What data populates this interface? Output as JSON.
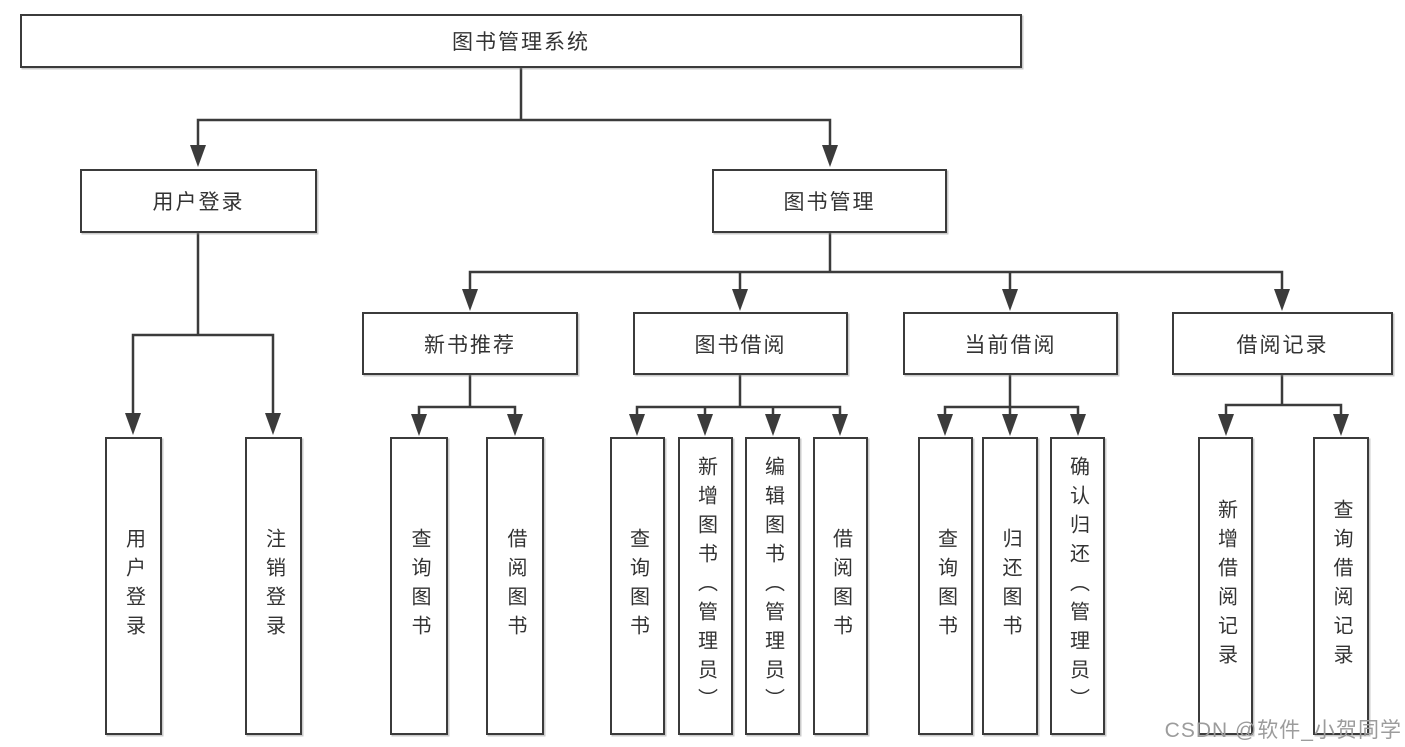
{
  "root": {
    "label": "图书管理系统"
  },
  "branches": [
    {
      "label": "用户登录",
      "children": [
        "用户登录",
        "注销登录"
      ]
    },
    {
      "label": "图书管理",
      "groups": [
        {
          "label": "新书推荐",
          "children": [
            "查询图书",
            "借阅图书"
          ]
        },
        {
          "label": "图书借阅",
          "children": [
            "查询图书",
            "新增图书（管理员）",
            "编辑图书（管理员）",
            "借阅图书"
          ]
        },
        {
          "label": "当前借阅",
          "children": [
            "查询图书",
            "归还图书",
            "确认归还（管理员）"
          ]
        },
        {
          "label": "借阅记录",
          "children": [
            "新增借阅记录",
            "查询借阅记录"
          ]
        }
      ]
    }
  ],
  "watermark": "CSDN @软件_小贺同学",
  "colors": {
    "line": "#3b3b3b",
    "text": "#333333",
    "watermark": "#9c9c9c",
    "background": "#ffffff"
  }
}
